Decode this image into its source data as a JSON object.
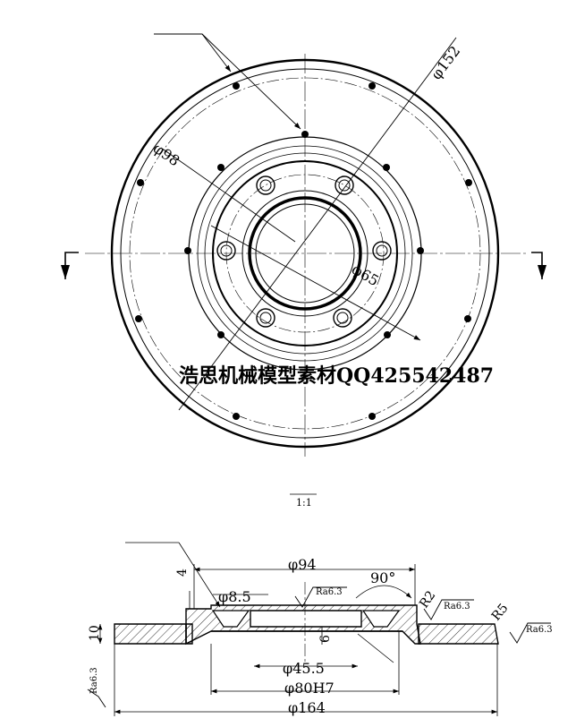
{
  "top_view": {
    "dims": {
      "d152": "φ152",
      "d98": "φ98",
      "d65": "φ65"
    }
  },
  "watermark": "浩思机械模型素材QQ425542487",
  "scale": "1:1",
  "section_view": {
    "dims": {
      "d94": "φ94",
      "angle": "90°",
      "d8_5": "φ8.5",
      "ra_a": "Ra6.3",
      "ra_b": "Ra6.3",
      "ra_c": "Ra6.3",
      "ra_d": "Ra6.3",
      "r2": "R2",
      "r5": "R5",
      "t4": "4",
      "t10": "10",
      "t6": "6",
      "d45_5": "φ45.5",
      "d80": "φ80H7",
      "d164": "φ164"
    }
  }
}
